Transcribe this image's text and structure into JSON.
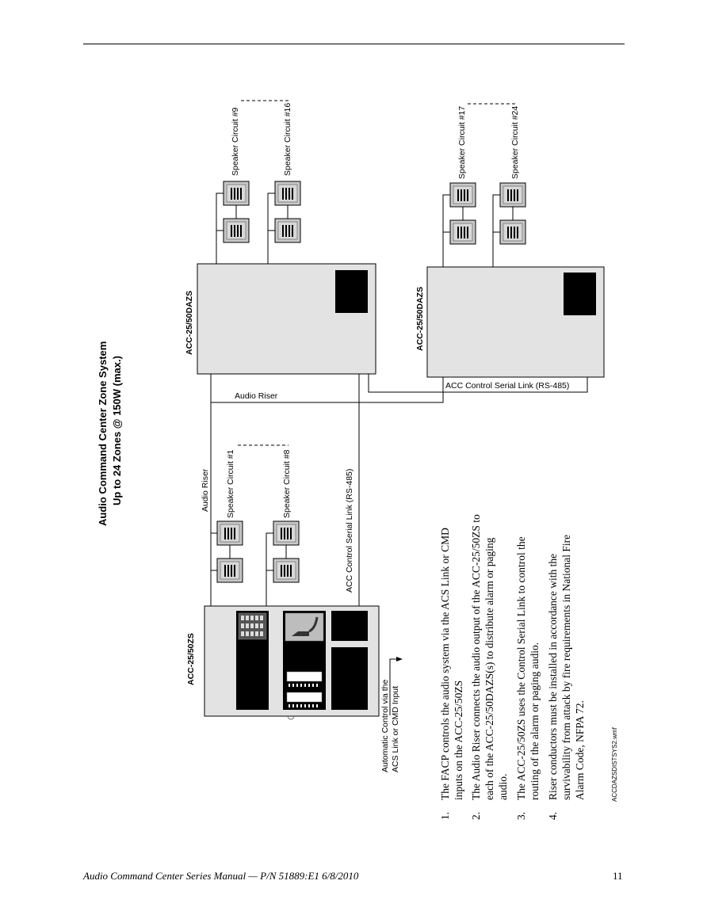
{
  "diagram": {
    "title": "Audio Command Center Zone System",
    "subtitle": "Up to 24 Zones @ 150W (max.)",
    "main_unit_label": "ACC-25/50ZS",
    "daz_unit_1_label": "ACC-25/50DAZS",
    "daz_unit_2_label": "ACC-25/50DAZS",
    "speaker_circuits": {
      "c1": "Speaker Circuit #1",
      "c8": "Speaker Circuit #8",
      "c9": "Speaker Circuit #9",
      "c16": "Speaker Circuit #16",
      "c17": "Speaker Circuit #17",
      "c24": "Speaker Circuit #24"
    },
    "audio_riser_label": "Audio Riser",
    "audio_riser_label_2": "Audio Riser",
    "serial_link_label": "ACC Control Serial Link (RS-485)",
    "serial_link_label_2": "ACC Control Serial Link (RS-485)",
    "auto_control_line1": "Automatic Control via the",
    "auto_control_line2": "ACS Link or CMD Input",
    "filename": "ACCDAZSDISTSYS2.wmf"
  },
  "notes": [
    {
      "num": "1.",
      "line1": "The FACP controls the audio system via the ACS Link or CMD",
      "line2": "inputs on the ACC-25/50ZS",
      "line3": ""
    },
    {
      "num": "2.",
      "line1": "The Audio Riser connects the audio output of the ACC-25/50ZS to",
      "line2": "each of the ACC-25/50DAZS(s) to distribute alarm or paging",
      "line3": "audio."
    },
    {
      "num": "3.",
      "line1": "The ACC-25/50ZS uses the Control Serial Link to control the",
      "line2": "routing of the alarm or paging audio.",
      "line3": ""
    },
    {
      "num": "4.",
      "line1": "Riser conductors must be installed in accordance with the",
      "line2": "survivability from attack by fire requirements in National Fire",
      "line3": "Alarm Code, NFPA 72."
    }
  ],
  "footer": {
    "text": "Audio Command Center Series Manual — P/N 51889:E1  6/8/2010",
    "page": "11"
  }
}
